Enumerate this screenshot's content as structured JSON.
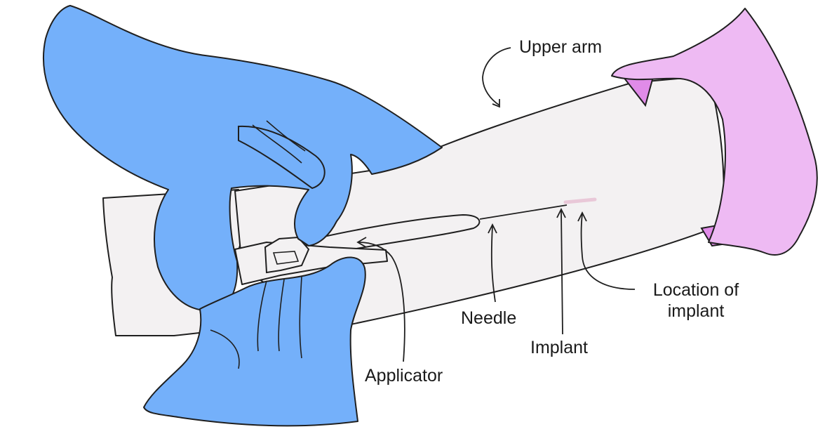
{
  "colors": {
    "outline": "#1f1f1f",
    "arm_fill": "#f3f1f2",
    "glove_fill": "#74b0fa",
    "sleeve_fill": "#eebaf3",
    "sleeve_shadow": "#e08be8",
    "implant": "#e9c8d8",
    "background": "#ffffff"
  },
  "labels": {
    "upper_arm": "Upper arm",
    "needle": "Needle",
    "implant": "Implant",
    "location_line1": "Location of",
    "location_line2": "implant",
    "applicator": "Applicator"
  }
}
